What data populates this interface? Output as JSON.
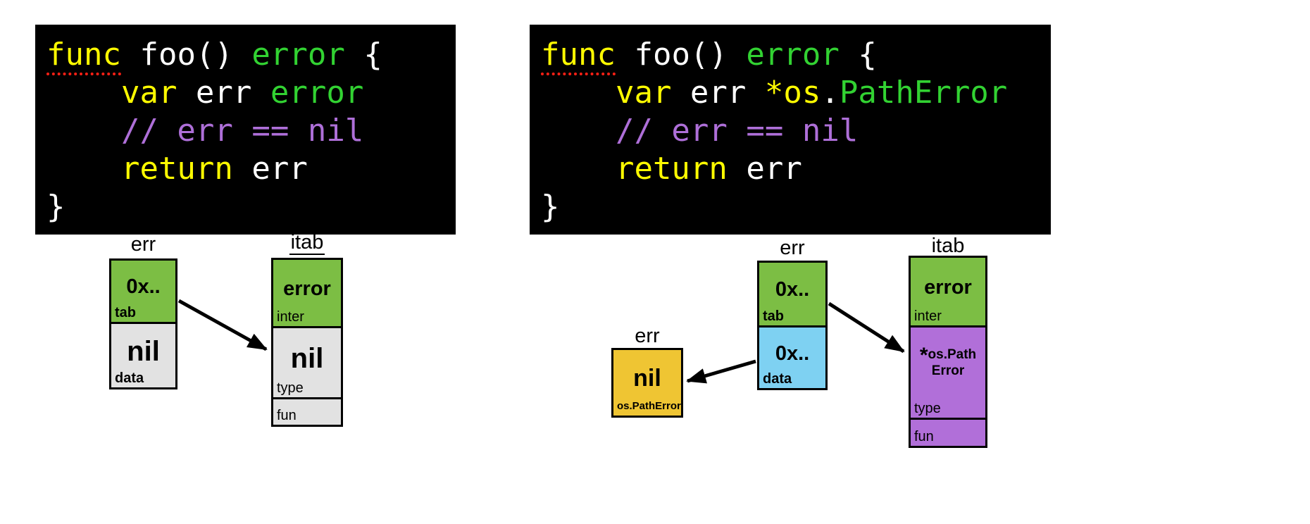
{
  "colors": {
    "keyword": "#FFFB00",
    "type": "#32D232",
    "comment": "#AE6FD8",
    "plain": "#FFFFFF",
    "green_cell": "#7CBE44",
    "gray_cell": "#E2E2E2",
    "blue_cell": "#7ED1F2",
    "yellow_cell": "#EFC533",
    "purple_cell": "#B16FD9"
  },
  "left": {
    "code": {
      "l1": {
        "t1": "func",
        "t2": " foo() ",
        "t3": "error",
        "t4": " {"
      },
      "l2": {
        "t1": "    var",
        "t2": " err ",
        "t3": "error"
      },
      "l3": {
        "t1": "    // err == nil"
      },
      "l4": {
        "t1": "    return",
        "t2": " err"
      },
      "l5": {
        "t1": "}"
      }
    },
    "diagram": {
      "err_label": "err",
      "itab_label": "itab",
      "err_box": {
        "tab_value": "0x..",
        "tab_label": "tab",
        "data_value": "nil",
        "data_label": "data"
      },
      "itab_box": {
        "inter_value": "error",
        "inter_label": "inter",
        "type_value": "nil",
        "type_label": "type",
        "fun_label": "fun"
      }
    }
  },
  "right": {
    "code": {
      "l1": {
        "t1": "func",
        "t2": " foo() ",
        "t3": "error",
        "t4": " {"
      },
      "l2": {
        "t1": "    var",
        "t2": " err ",
        "t3": "*os",
        "t4": ".",
        "t5": "PathError"
      },
      "l3": {
        "t1": "    // err == nil"
      },
      "l4": {
        "t1": "    return",
        "t2": " err"
      },
      "l5": {
        "t1": "}"
      }
    },
    "diagram": {
      "err_label": "err",
      "nil_label": "err",
      "itab_label": "itab",
      "err_box": {
        "tab_value": "0x..",
        "tab_label": "tab",
        "data_value": "0x..",
        "data_label": "data"
      },
      "nil_box": {
        "value": "nil",
        "label": "os.PathError"
      },
      "itab_box": {
        "inter_value": "error",
        "inter_label": "inter",
        "type_star": "*",
        "type_line1": "os.Path",
        "type_line2": "Error",
        "type_label": "type",
        "fun_label": "fun"
      }
    }
  }
}
